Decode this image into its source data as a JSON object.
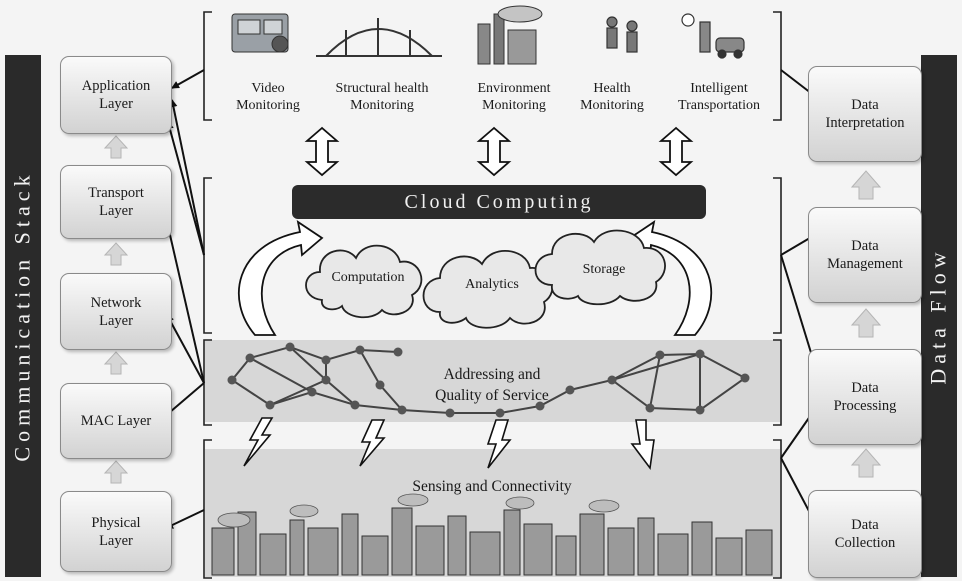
{
  "banners": {
    "left": "Communication Stack",
    "right": "Data Flow"
  },
  "communication_layers": [
    "Application\nLayer",
    "Transport\nLayer",
    "Network\nLayer",
    "MAC Layer",
    "Physical\nLayer"
  ],
  "data_flow_stages": [
    "Data\nInterpretation",
    "Data\nManagement",
    "Data\nProcessing",
    "Data\nCollection"
  ],
  "applications": [
    "Video\nMonitoring",
    "Structural health\nMonitoring",
    "Environment\nMonitoring",
    "Health\nMonitoring",
    "Intelligent\nTransportation"
  ],
  "cloud": {
    "title": "Cloud Computing",
    "services": [
      "Computation",
      "Analytics",
      "Storage"
    ]
  },
  "network_band": "Addressing and\nQuality of Service",
  "sensing_band": "Sensing and Connectivity"
}
